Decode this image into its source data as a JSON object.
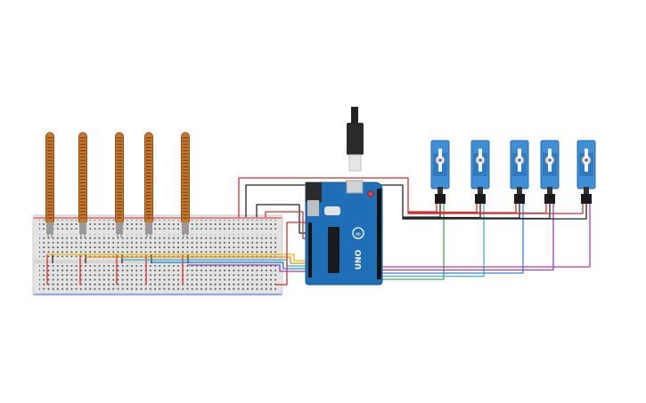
{
  "circuit": {
    "flex_sensor_count": 5,
    "servo_count": 5,
    "board": {
      "brand_label": "UNO",
      "logo_glyph": "∞",
      "color": "#1e6fb8"
    },
    "components": {
      "flex_sensor_icon": "flex-sensor-icon",
      "servo_icon": "servo-motor-icon",
      "breadboard_icon": "breadboard-icon",
      "usb_icon": "usb-connector-icon"
    },
    "wire_colors": {
      "power": "#d32f2f",
      "ground": "#222222",
      "sense_yellow": "#e6b800",
      "sense_orange": "#ef8a17",
      "sense_blue": "#2a7fd4",
      "sense_cyan": "#26b5c9",
      "sense_purple": "#8e44ad",
      "servo_green": "#3fae49",
      "servo_teal": "#3bb6c3",
      "servo_blue": "#3a7fd6",
      "servo_purple": "#8e44ad",
      "servo_magenta": "#c0399b"
    }
  }
}
